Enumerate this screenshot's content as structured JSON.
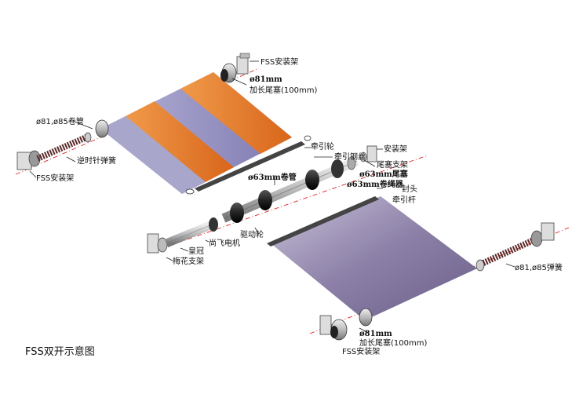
{
  "caption": "FSS双开示意图",
  "labels": {
    "fss_bracket_top": "FSS安装架",
    "dia81_top": "ø81mm",
    "end_plug_top": "加长尾塞(100mm)",
    "roll_tube_left": "ø81,ø85卷管",
    "ccw_spring": "逆时针弹簧",
    "fss_bracket_left": "FSS安装架",
    "traction_wheel": "牵引轮",
    "traction_cable": "牵引钢丝",
    "bracket_right": "安装架",
    "end_plug_bracket": "尾塞支架",
    "plug63": "ø63mm尾塞",
    "rope_winder": "ø63mm卷绳器",
    "tube63": "ø63mm卷管",
    "end_cap": "封头",
    "traction_rod": "牵引杆",
    "drive_wheel": "驱动轮",
    "motor": "尚飞电机",
    "crown": "皇冠",
    "plum_bracket": "梅花支架",
    "spring_right": "ø81,ø85弹簧",
    "dia81_bottom": "ø81mm",
    "end_plug_bottom": "加长尾塞(100mm)",
    "fss_bracket_bottom": "FSS安装架"
  },
  "colors": {
    "orange": "#e07a2a",
    "lavender": "#9a8cc4",
    "fabric_purple": "#8a7ea8",
    "axis_red": "#dd2222"
  }
}
